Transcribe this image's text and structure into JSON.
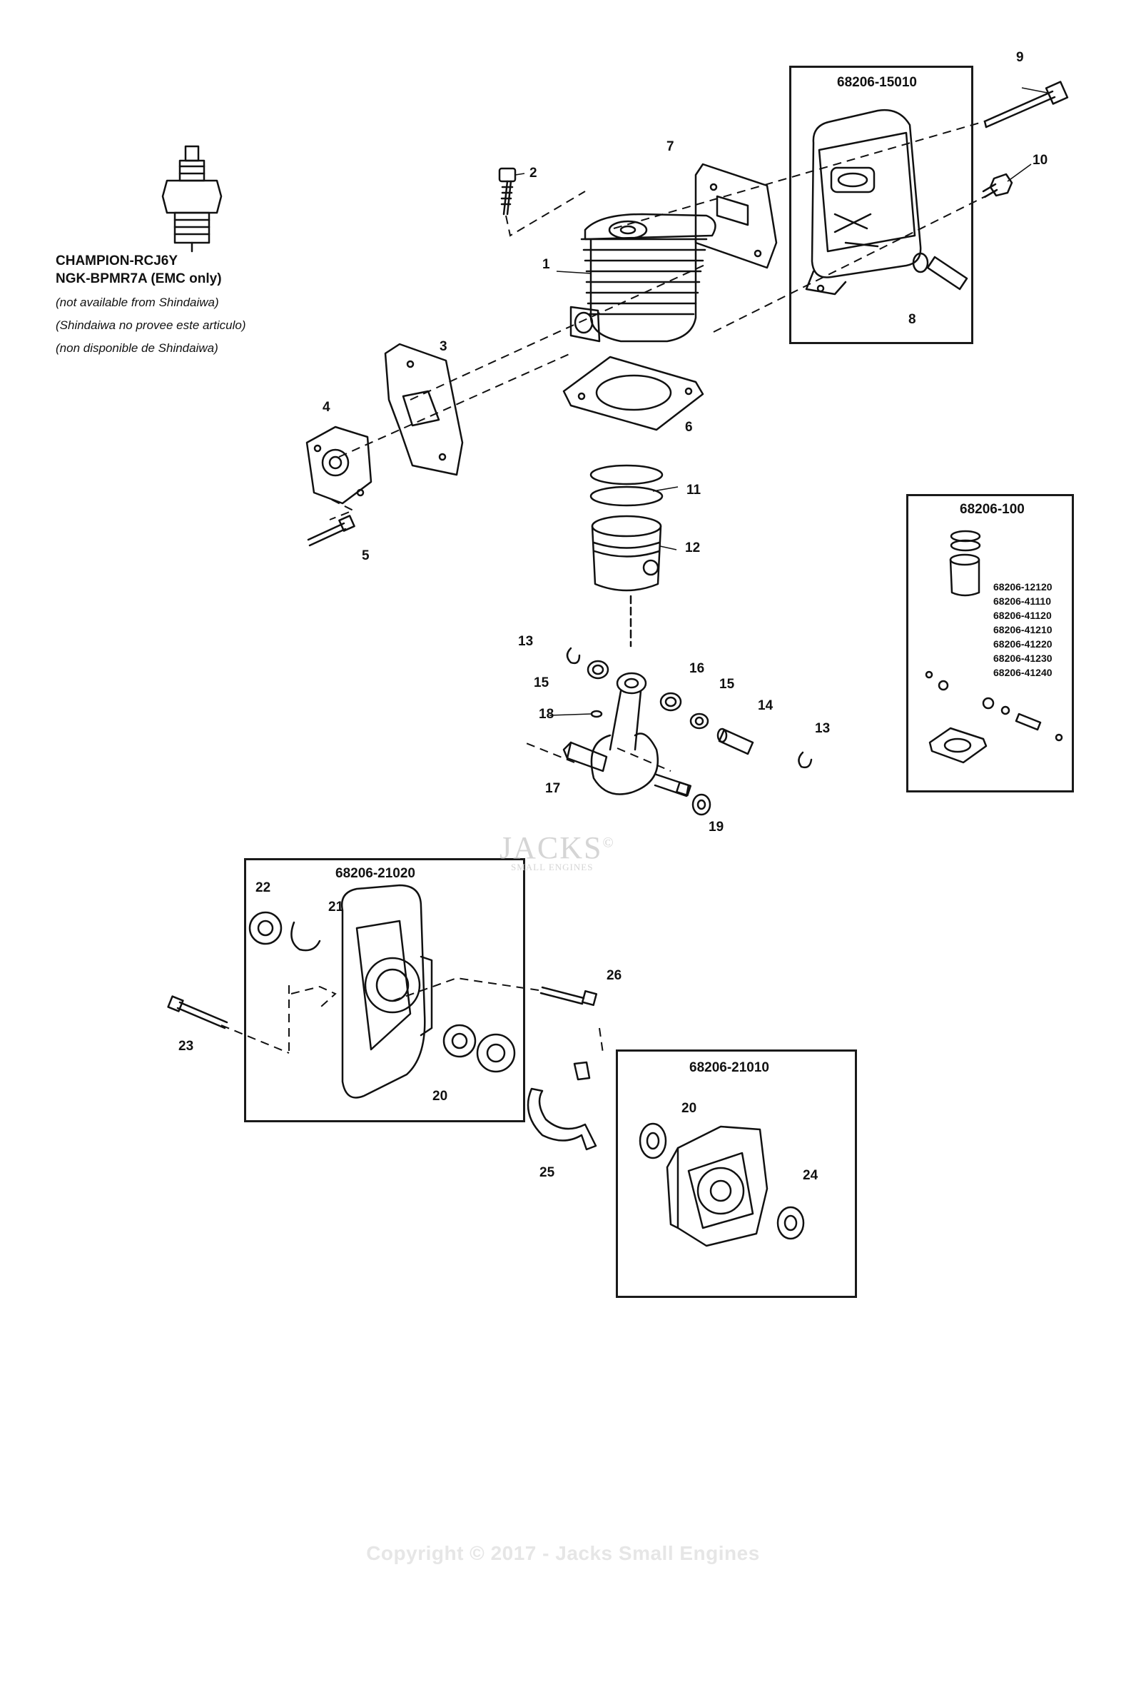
{
  "spark_plug": {
    "icon": "spark-plug-icon",
    "line1": "CHAMPION-RCJ6Y",
    "line2": "NGK-BPMR7A (EMC only)",
    "note_en": "(not available from Shindaiwa)",
    "note_es": "(Shindaiwa no provee este articulo)",
    "note_fr": "(non disponible de Shindaiwa)"
  },
  "kits": {
    "muffler": "68206-15010",
    "piston_kit": "68206-100",
    "crankcase_a": "68206-21020",
    "crankcase_b": "68206-21010"
  },
  "piston_kit_parts": [
    "68206-12120",
    "68206-41110",
    "68206-41120",
    "68206-41210",
    "68206-41220",
    "68206-41230",
    "68206-41240"
  ],
  "callouts": {
    "c1": "1",
    "c2": "2",
    "c3": "3",
    "c4": "4",
    "c5": "5",
    "c6": "6",
    "c7": "7",
    "c8": "8",
    "c9": "9",
    "c10": "10",
    "c11": "11",
    "c12": "12",
    "c13a": "13",
    "c13b": "13",
    "c14": "14",
    "c15a": "15",
    "c15b": "15",
    "c16": "16",
    "c17": "17",
    "c18": "18",
    "c19": "19",
    "c20a": "20",
    "c20b": "20",
    "c21": "21",
    "c22": "22",
    "c23": "23",
    "c24": "24",
    "c25": "25",
    "c26": "26"
  },
  "watermark": {
    "brand": "JACKS",
    "registered": "©",
    "tagline": "SMALL ENGINES"
  },
  "copyright": "Copyright © 2017 - Jacks Small Engines"
}
